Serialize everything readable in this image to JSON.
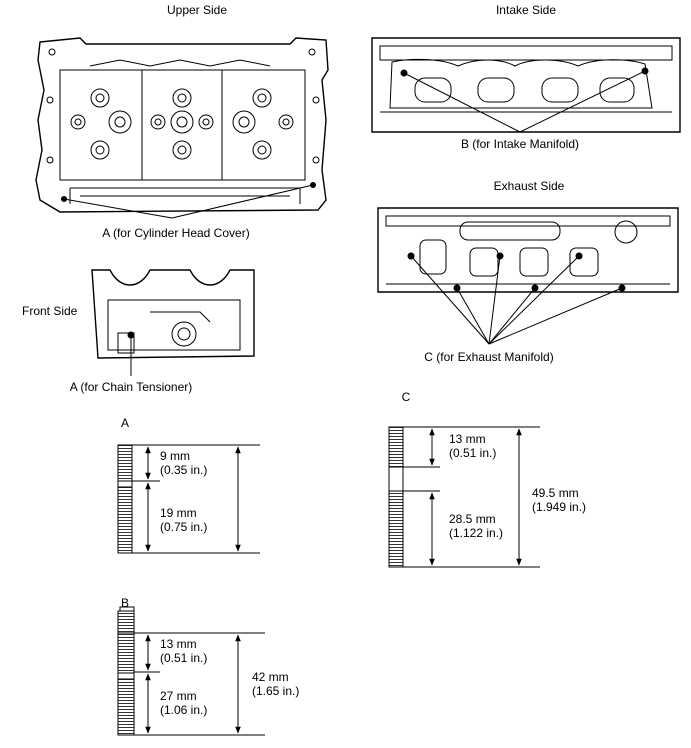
{
  "views": {
    "upper": "Upper Side",
    "intake": "Intake Side",
    "exhaust": "Exhaust Side",
    "front": "Front Side"
  },
  "callouts": {
    "a_head_cover": "A (for Cylinder Head Cover)",
    "b_intake": "B (for Intake Manifold)",
    "c_exhaust": "C (for Exhaust Manifold)",
    "a_chain": "A (for Chain Tensioner)"
  },
  "studs": {
    "a": {
      "letter": "A",
      "upper_mm": "9 mm",
      "upper_in": "(0.35 in.)",
      "lower_mm": "19 mm",
      "lower_in": "(0.75 in.)"
    },
    "b": {
      "letter": "B",
      "upper_mm": "13 mm",
      "upper_in": "(0.51 in.)",
      "lower_mm": "27 mm",
      "lower_in": "(1.06 in.)",
      "total_mm": "42 mm",
      "total_in": "(1.65 in.)"
    },
    "c": {
      "letter": "C",
      "upper_mm": "13 mm",
      "upper_in": "(0.51 in.)",
      "lower_mm": "28.5 mm",
      "lower_in": "(1.122 in.)",
      "total_mm": "49.5 mm",
      "total_in": "(1.949 in.)"
    }
  }
}
